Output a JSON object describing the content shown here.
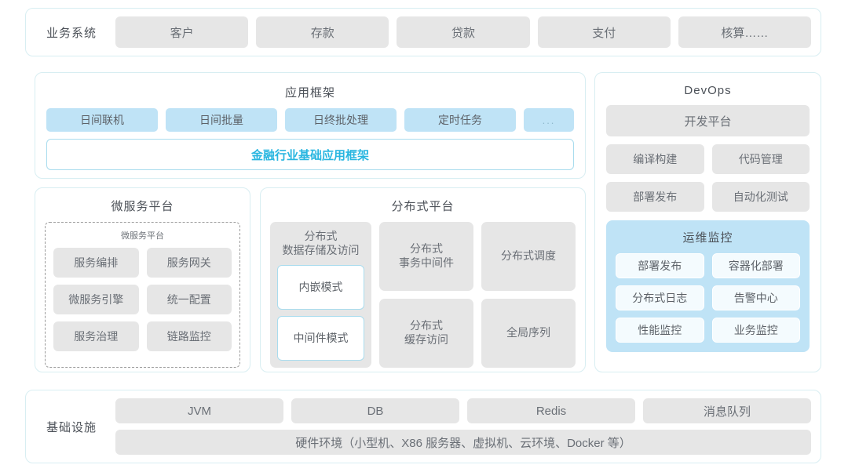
{
  "business_row": {
    "label": "业务系统",
    "items": [
      "客户",
      "存款",
      "贷款",
      "支付",
      "核算……"
    ]
  },
  "app_framework": {
    "title": "应用框架",
    "pills": [
      "日间联机",
      "日间批量",
      "日终批处理",
      "定时任务"
    ],
    "dots": "...",
    "base_bar": "金融行业基础应用框架",
    "accent_color": "#29b6e0"
  },
  "microservice": {
    "title": "微服务平台",
    "inner_title": "微服务平台",
    "items": [
      "服务编排",
      "服务网关",
      "微服务引擎",
      "统一配置",
      "服务治理",
      "链路监控"
    ]
  },
  "distributed": {
    "title": "分布式平台",
    "storage_card": {
      "title": "分布式\n数据存储及访问",
      "title_line1": "分布式",
      "title_line2": "数据存储及访问",
      "modes": [
        "内嵌模式",
        "中间件模式"
      ]
    },
    "cells": [
      {
        "line1": "分布式",
        "line2": "事务中间件"
      },
      {
        "line1": "分布式调度",
        "line2": ""
      },
      {
        "line1": "分布式",
        "line2": "缓存访问"
      },
      {
        "line1": "全局序列",
        "line2": ""
      }
    ]
  },
  "devops": {
    "title": "DevOps",
    "platform": "开发平台",
    "items": [
      "编译构建",
      "代码管理",
      "部署发布",
      "自动化测试"
    ],
    "ops": {
      "title": "运维监控",
      "items": [
        "部署发布",
        "容器化部署",
        "分布式日志",
        "告警中心",
        "性能监控",
        "业务监控"
      ]
    }
  },
  "infrastructure": {
    "label": "基础设施",
    "items": [
      "JVM",
      "DB",
      "Redis",
      "消息队列"
    ],
    "hardware": "硬件环境（小型机、X86 服务器、虚拟机、云环境、Docker 等）"
  }
}
